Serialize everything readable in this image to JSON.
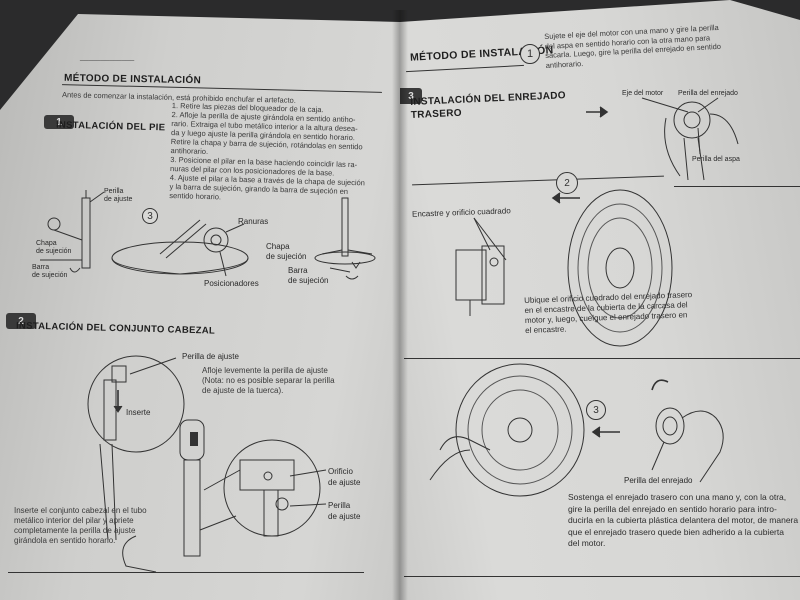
{
  "left_page": {
    "header": "MÉTODO DE INSTALACIÓN",
    "intro": "Antes de comenzar la instalación, está prohibido enchufar el artefacto.",
    "section1": {
      "number": "1",
      "title": "INSTALACIÓN DEL PIE",
      "steps": [
        "1. Retire las piezas del bloqueador de la caja.",
        "2. Afloje la perilla de ajuste girándola en sentido antiho-",
        "rario. Extraiga el tubo metálico interior a la altura desea-",
        "da y luego ajuste la perilla girándola en sentido horario.",
        "Retire la chapa y barra de sujeción, rotándolas en sentido",
        "antihorario.",
        "3. Posicione el pilar en la base haciendo coincidir las ra-",
        "nuras del pilar con los posicionadores de la base.",
        "4. Ajuste el pilar a la base a través de la chapa de sujeción",
        "y la barra de sujeción, girando la barra de sujeción en",
        "sentido horario."
      ],
      "step_circle": "3",
      "labels": {
        "perilla": "Perilla",
        "de_ajuste": "de ajuste",
        "chapa": "Chapa",
        "de_sujecion": "de sujeción",
        "barra": "Barra",
        "de_sujecion2": "de sujeción",
        "ranuras": "Ranuras",
        "posicionadores": "Posicionadores",
        "chapa_r": "Chapa",
        "de_sujecion_r": "de sujeción",
        "barra_r": "Barra",
        "de_sujecion_r2": "de sujeción"
      }
    },
    "section2": {
      "number": "2",
      "title": "INSTALACIÓN DEL CONJUNTO CABEZAL",
      "perilla_label": "Perilla de ajuste",
      "perilla_note": [
        "Afloje levemente la perilla de ajuste",
        "(Nota: no es posible separar la perilla",
        "de ajuste de la tuerca)."
      ],
      "inserte": "Inserte",
      "orificio": [
        "Orificio",
        "de ajuste"
      ],
      "perilla2": [
        "Perilla",
        "de ajuste"
      ],
      "bottom_text": [
        "Inserte el conjunto cabezal en el tubo",
        "metálico interior del pilar y apriete",
        "completamente la perilla de ajuste",
        "girándola en sentido horario."
      ]
    }
  },
  "right_page": {
    "header": "MÉTODO DE INSTALACIÓN",
    "step1_circle": "1",
    "step1_text": [
      "Sujete el eje del motor con una mano y gire la perilla",
      "del aspa en sentido horario con la otra mano para",
      "sacarla. Luego, gire la perilla del enrejado en sentido",
      "antihorario."
    ],
    "section3": {
      "number": "3",
      "title_line1": "INSTALACIÓN DEL ENREJADO",
      "title_line2": "TRASERO"
    },
    "eje_motor": "Eje del motor",
    "perilla_enrejado_top": "Perilla del enrejado",
    "perilla_aspa": "Perilla del aspa",
    "step2_circle": "2",
    "encastre": "Encastre y orificio cuadrado",
    "step2_text": [
      "Ubique el orificio cuadrado del enrejado trasero",
      "en el encastre de la cubierta de la carcasa del",
      "motor y, luego, cuelgue el enrejado trasero en",
      "el encastre."
    ],
    "step3_circle": "3",
    "perilla_enrejado": "Perilla del enrejado",
    "step3_text": [
      "Sostenga el enrejado trasero con una mano y, con la otra,",
      "gire la perilla del enrejado en sentido horario para intro-",
      "ducirla en la cubierta plástica delantera del motor, de manera",
      "que el enrejado trasero quede bien adherido a la cubierta",
      "del motor."
    ]
  }
}
